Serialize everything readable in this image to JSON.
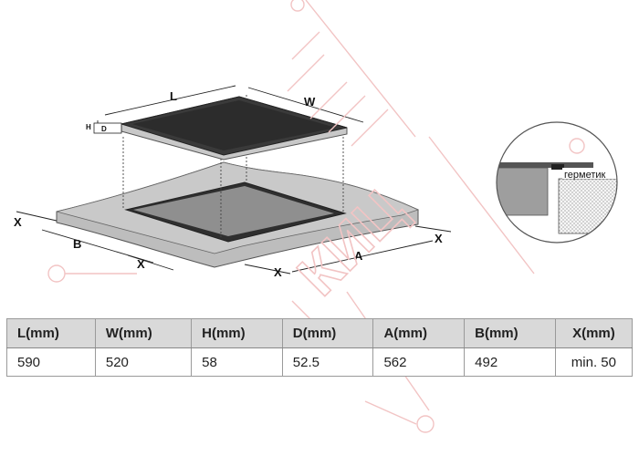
{
  "diagram": {
    "labels": {
      "L": "L",
      "W": "W",
      "H": "H",
      "D": "D",
      "A": "A",
      "B": "B",
      "X": "X",
      "sealant": "герметик"
    },
    "watermark": "КИЦ"
  },
  "table": {
    "headers": [
      "L(mm)",
      "W(mm)",
      "H(mm)",
      "D(mm)",
      "A(mm)",
      "B(mm)",
      "X(mm)"
    ],
    "values": [
      "590",
      "520",
      "58",
      "52.5",
      "562",
      "492",
      "min. 50"
    ]
  },
  "colors": {
    "hob_top": "#3a3a3a",
    "hob_side": "#c8c8c8",
    "countertop": "#bdbdbd",
    "cutout": "#333333",
    "table_header": "#d9d9d9",
    "watermark": "#f2c4c4"
  }
}
